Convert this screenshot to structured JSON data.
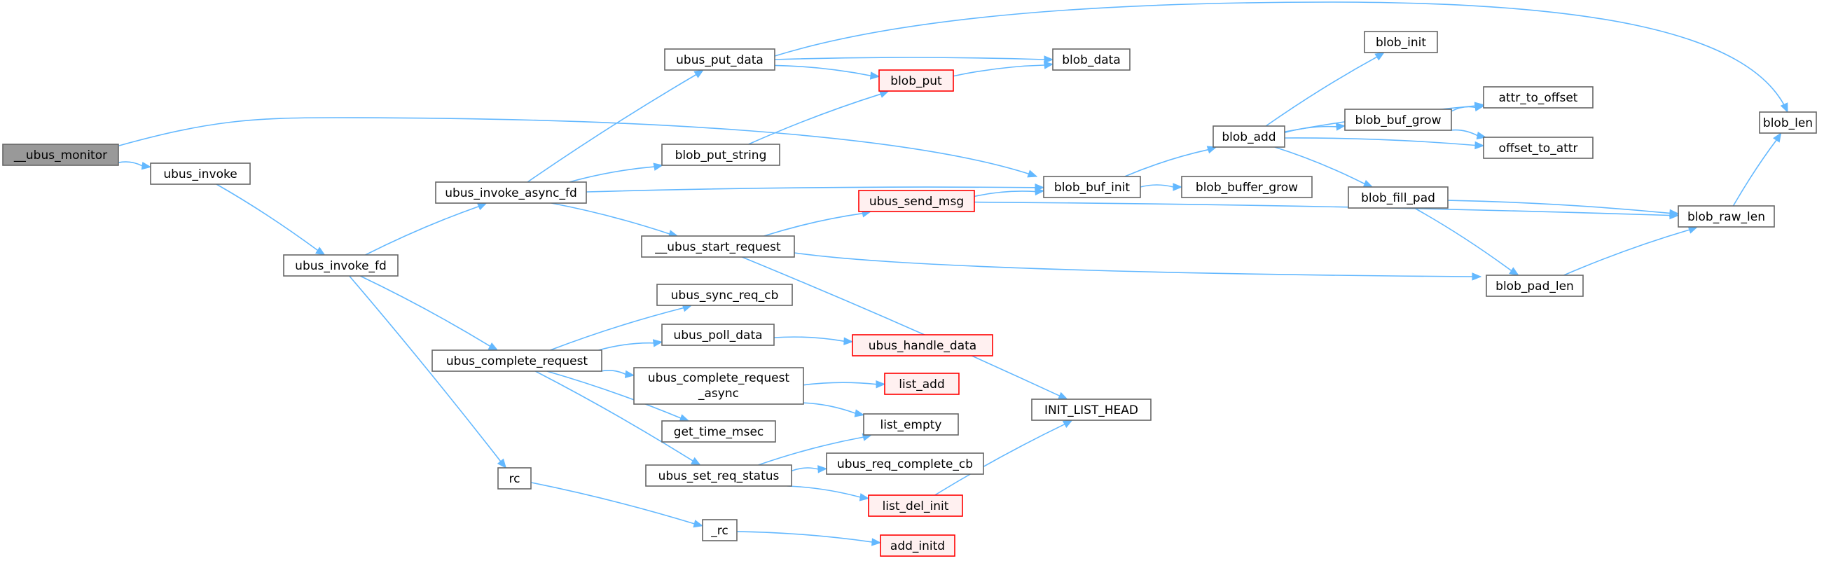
{
  "diagram": {
    "type": "call-graph",
    "nodes": [
      {
        "id": "ubus_monitor",
        "label": "__ubus_monitor",
        "style": "root"
      },
      {
        "id": "ubus_invoke",
        "label": "ubus_invoke",
        "style": "normal"
      },
      {
        "id": "ubus_invoke_fd",
        "label": "ubus_invoke_fd",
        "style": "normal"
      },
      {
        "id": "ubus_invoke_async_fd",
        "label": "ubus_invoke_async_fd",
        "style": "normal"
      },
      {
        "id": "ubus_put_data",
        "label": "ubus_put_data",
        "style": "normal"
      },
      {
        "id": "blob_data",
        "label": "blob_data",
        "style": "normal"
      },
      {
        "id": "blob_put",
        "label": "blob_put",
        "style": "red"
      },
      {
        "id": "blob_put_string",
        "label": "blob_put_string",
        "style": "normal"
      },
      {
        "id": "blob_buf_init",
        "label": "blob_buf_init",
        "style": "normal"
      },
      {
        "id": "blob_buffer_grow",
        "label": "blob_buffer_grow",
        "style": "normal"
      },
      {
        "id": "blob_add",
        "label": "blob_add",
        "style": "normal"
      },
      {
        "id": "blob_init",
        "label": "blob_init",
        "style": "normal"
      },
      {
        "id": "attr_to_offset",
        "label": "attr_to_offset",
        "style": "normal"
      },
      {
        "id": "blob_buf_grow",
        "label": "blob_buf_grow",
        "style": "normal"
      },
      {
        "id": "offset_to_attr",
        "label": "offset_to_attr",
        "style": "normal"
      },
      {
        "id": "blob_fill_pad",
        "label": "blob_fill_pad",
        "style": "normal"
      },
      {
        "id": "blob_len",
        "label": "blob_len",
        "style": "normal"
      },
      {
        "id": "blob_raw_len",
        "label": "blob_raw_len",
        "style": "normal"
      },
      {
        "id": "blob_pad_len",
        "label": "blob_pad_len",
        "style": "normal"
      },
      {
        "id": "ubus_start_request",
        "label": "__ubus_start_request",
        "style": "normal"
      },
      {
        "id": "ubus_send_msg",
        "label": "ubus_send_msg",
        "style": "red"
      },
      {
        "id": "init_list_head",
        "label": "INIT_LIST_HEAD",
        "style": "normal"
      },
      {
        "id": "ubus_sync_req_cb",
        "label": "ubus_sync_req_cb",
        "style": "normal"
      },
      {
        "id": "ubus_poll_data",
        "label": "ubus_poll_data",
        "style": "normal"
      },
      {
        "id": "ubus_handle_data",
        "label": "ubus_handle_data",
        "style": "red"
      },
      {
        "id": "ubus_complete_request",
        "label": "ubus_complete_request",
        "style": "normal"
      },
      {
        "id": "ubus_complete_request_async",
        "label": "ubus_complete_request\n_async",
        "style": "normal"
      },
      {
        "id": "list_add",
        "label": "list_add",
        "style": "red"
      },
      {
        "id": "list_empty",
        "label": "list_empty",
        "style": "normal"
      },
      {
        "id": "get_time_msec",
        "label": "get_time_msec",
        "style": "normal"
      },
      {
        "id": "ubus_set_req_status",
        "label": "ubus_set_req_status",
        "style": "normal"
      },
      {
        "id": "ubus_req_complete_cb",
        "label": "ubus_req_complete_cb",
        "style": "normal"
      },
      {
        "id": "list_del_init",
        "label": "list_del_init",
        "style": "red"
      },
      {
        "id": "rc",
        "label": "rc",
        "style": "normal"
      },
      {
        "id": "_rc",
        "label": "_rc",
        "style": "normal"
      },
      {
        "id": "add_initd",
        "label": "add_initd",
        "style": "red"
      }
    ],
    "edges": [
      [
        "ubus_monitor",
        "ubus_invoke"
      ],
      [
        "ubus_monitor",
        "blob_buf_init"
      ],
      [
        "ubus_invoke",
        "ubus_invoke_fd"
      ],
      [
        "ubus_invoke_fd",
        "ubus_invoke_async_fd"
      ],
      [
        "ubus_invoke_fd",
        "ubus_complete_request"
      ],
      [
        "ubus_invoke_fd",
        "rc"
      ],
      [
        "ubus_invoke_async_fd",
        "ubus_put_data"
      ],
      [
        "ubus_invoke_async_fd",
        "blob_put_string"
      ],
      [
        "ubus_invoke_async_fd",
        "blob_buf_init"
      ],
      [
        "ubus_invoke_async_fd",
        "ubus_start_request"
      ],
      [
        "ubus_put_data",
        "blob_data"
      ],
      [
        "ubus_put_data",
        "blob_put"
      ],
      [
        "ubus_put_data",
        "blob_len"
      ],
      [
        "blob_put",
        "blob_data"
      ],
      [
        "blob_put_string",
        "blob_put"
      ],
      [
        "blob_buf_init",
        "blob_add"
      ],
      [
        "blob_buf_init",
        "blob_buffer_grow"
      ],
      [
        "blob_add",
        "blob_init"
      ],
      [
        "blob_add",
        "attr_to_offset"
      ],
      [
        "blob_add",
        "blob_buf_grow"
      ],
      [
        "blob_add",
        "offset_to_attr"
      ],
      [
        "blob_add",
        "blob_fill_pad"
      ],
      [
        "blob_buf_grow",
        "attr_to_offset"
      ],
      [
        "blob_buf_grow",
        "offset_to_attr"
      ],
      [
        "blob_fill_pad",
        "blob_raw_len"
      ],
      [
        "blob_fill_pad",
        "blob_pad_len"
      ],
      [
        "blob_raw_len",
        "blob_len"
      ],
      [
        "blob_pad_len",
        "blob_raw_len"
      ],
      [
        "ubus_start_request",
        "ubus_send_msg"
      ],
      [
        "ubus_start_request",
        "blob_pad_len"
      ],
      [
        "ubus_start_request",
        "init_list_head"
      ],
      [
        "ubus_send_msg",
        "blob_buf_init"
      ],
      [
        "ubus_send_msg",
        "blob_raw_len"
      ],
      [
        "ubus_complete_request",
        "ubus_sync_req_cb"
      ],
      [
        "ubus_complete_request",
        "ubus_poll_data"
      ],
      [
        "ubus_complete_request",
        "ubus_complete_request_async"
      ],
      [
        "ubus_complete_request",
        "get_time_msec"
      ],
      [
        "ubus_complete_request",
        "ubus_set_req_status"
      ],
      [
        "ubus_poll_data",
        "ubus_handle_data"
      ],
      [
        "ubus_complete_request_async",
        "list_add"
      ],
      [
        "ubus_complete_request_async",
        "list_empty"
      ],
      [
        "ubus_set_req_status",
        "list_empty"
      ],
      [
        "ubus_set_req_status",
        "ubus_req_complete_cb"
      ],
      [
        "ubus_set_req_status",
        "list_del_init"
      ],
      [
        "list_del_init",
        "init_list_head"
      ],
      [
        "rc",
        "_rc"
      ],
      [
        "_rc",
        "add_initd"
      ]
    ],
    "colors": {
      "edge": "#63b8ff",
      "node_border": "#666666",
      "root_fill": "#999999",
      "highlight_border": "#ff0000",
      "highlight_fill": "#fff0f0"
    }
  }
}
